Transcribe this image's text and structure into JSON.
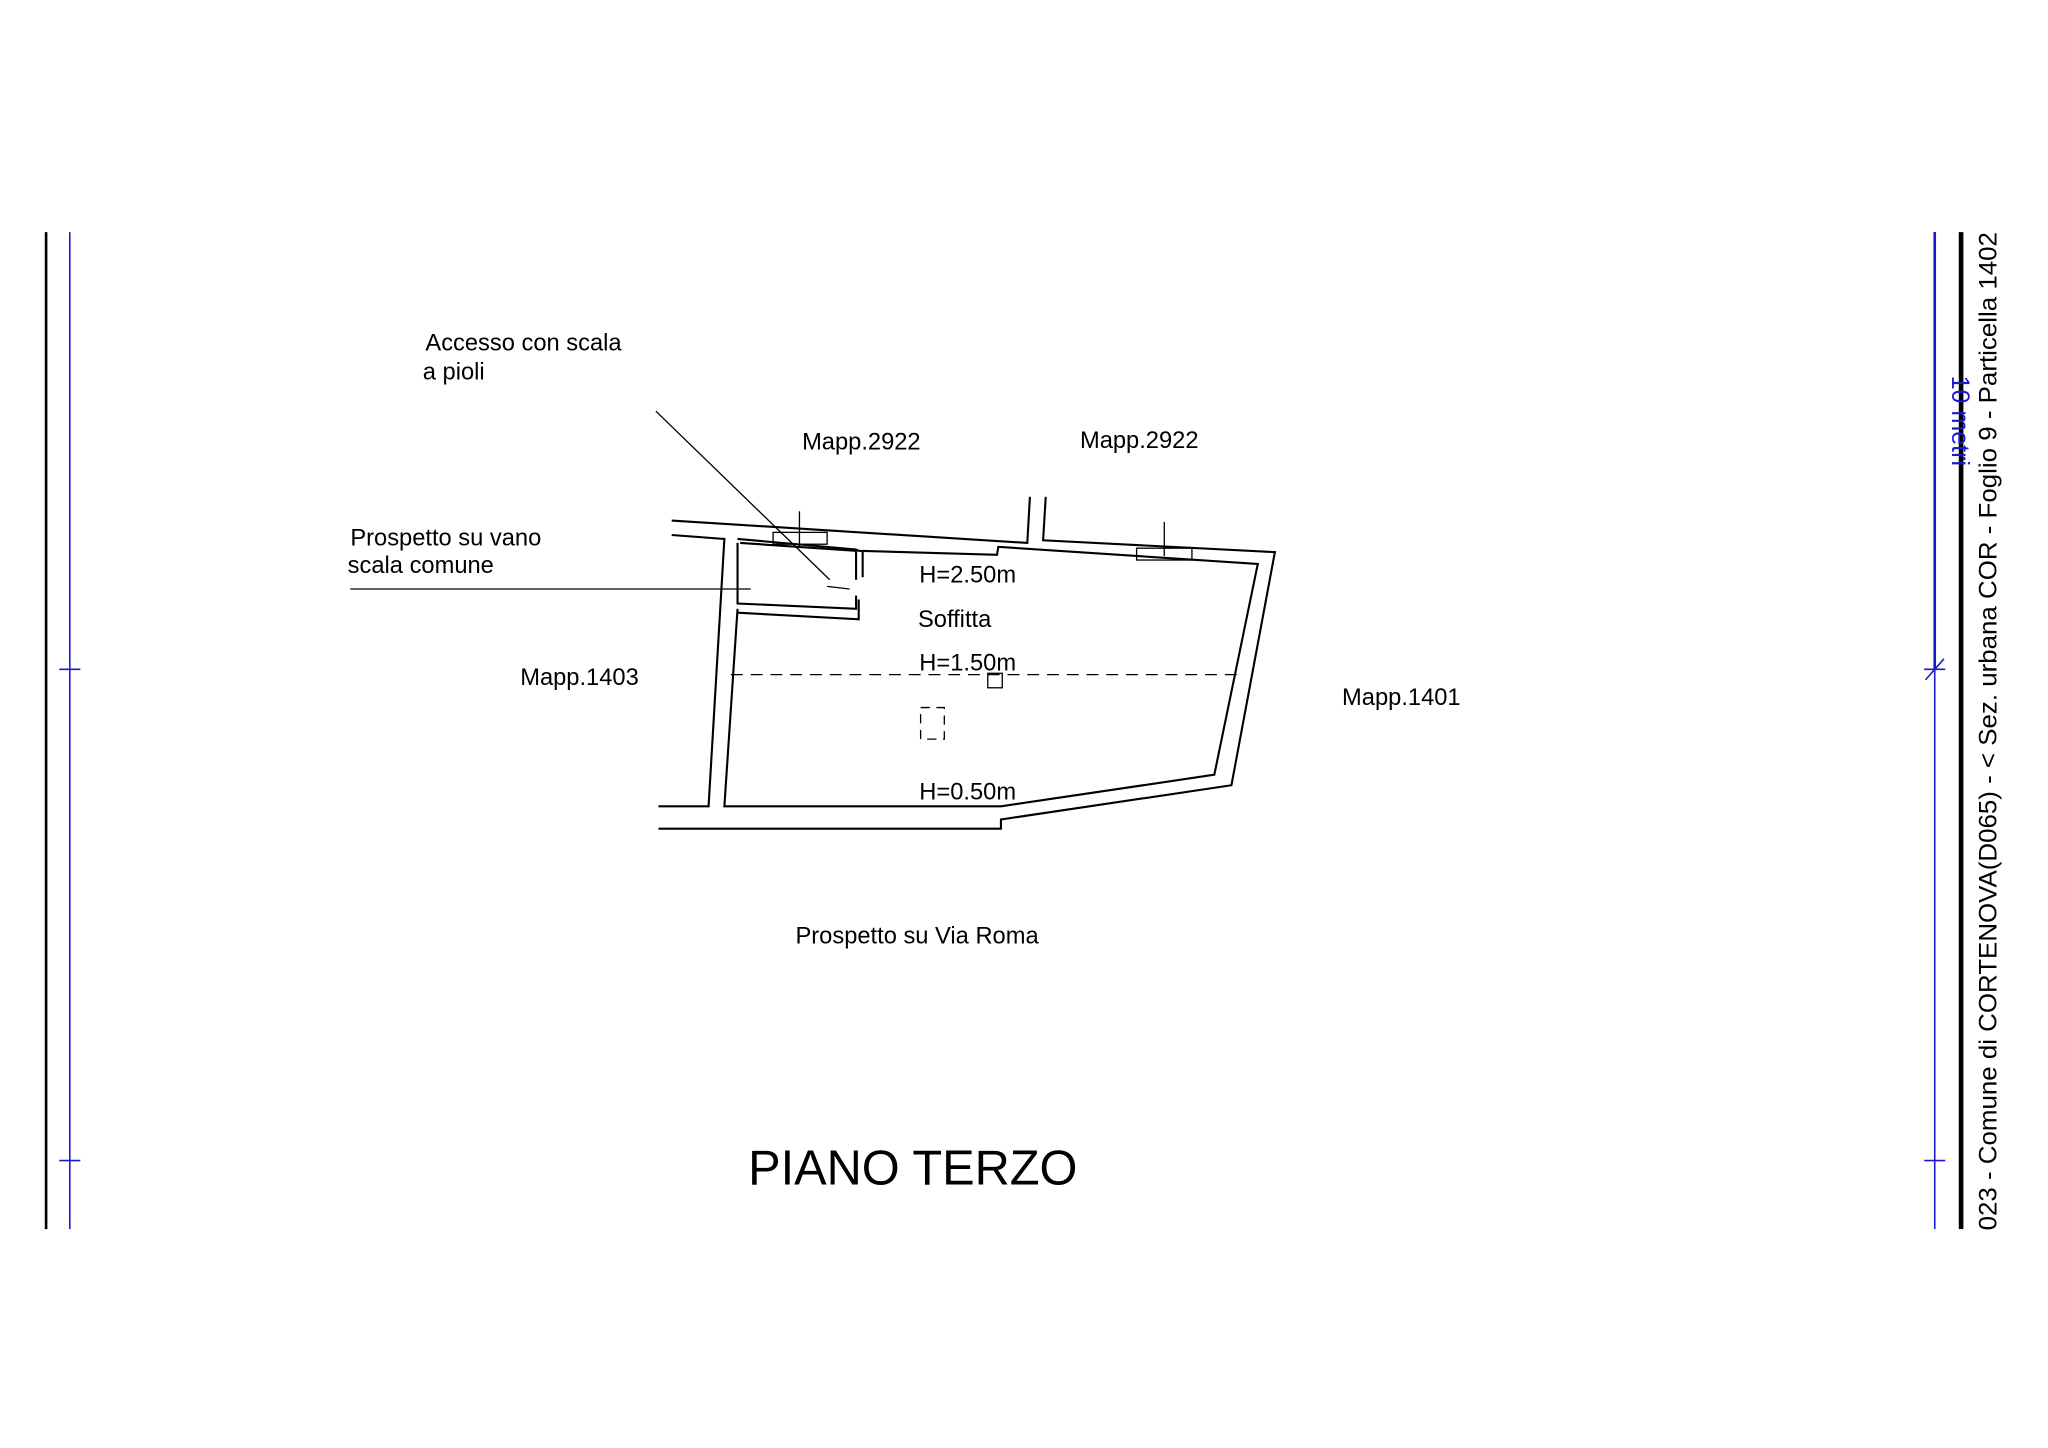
{
  "sheet": {
    "title": "PIANO TERZO",
    "room_name": "Soffitta",
    "heights": [
      "H=2.50m",
      "H=1.50m",
      "H=0.50m"
    ],
    "notes": {
      "ladder_line1": "Accesso con scala",
      "ladder_line2": "a pioli",
      "stair_line1": "Prospetto su vano",
      "stair_line2": "scala comune",
      "street": "Prospetto su Via Roma"
    },
    "parcels": {
      "top_left": "Mapp.2922",
      "top_right": "Mapp.2922",
      "left": "Mapp.1403",
      "right": "Mapp.1401"
    },
    "scale_label": "10 metri",
    "margin_caption": "023 - Comune di CORTENOVA(D065) - < Sez. urbana COR - Foglio 9 - Particella 1402",
    "colors": {
      "lines": "#000000",
      "scale": "#1a1acc"
    }
  }
}
